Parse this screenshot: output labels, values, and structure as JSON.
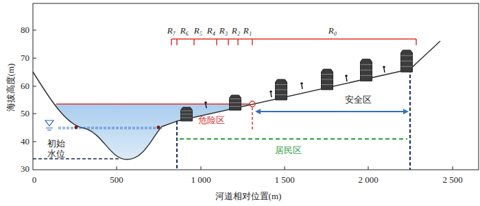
{
  "diagram": {
    "labels": [
      "海拔高度(m)",
      "80",
      "70",
      "60",
      "50",
      "40",
      "30",
      "0",
      "500",
      "1 000",
      "1 500",
      "2 000",
      "2 500",
      "河道相对位置(m)",
      "R₇",
      "R₆",
      "R₅",
      "R₄",
      "R₃",
      "R₂",
      "R₁",
      "R₀",
      "初始 水位",
      "危险区",
      "安全区",
      "居民区"
    ]
  }
}
